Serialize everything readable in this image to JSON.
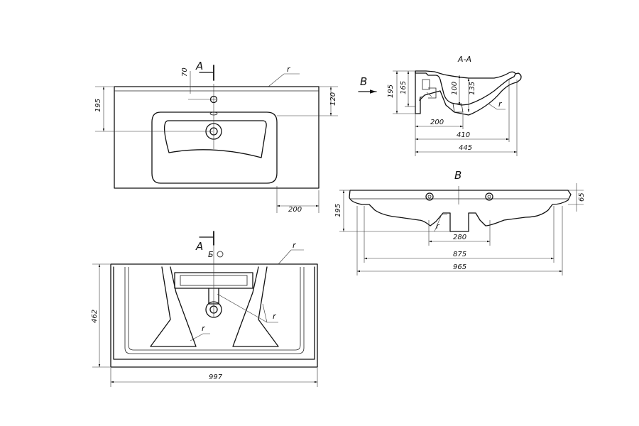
{
  "top_view": {
    "section_letter": "A",
    "dim_70": "70",
    "dim_195": "195",
    "dim_120": "120",
    "dim_200": "200",
    "radius_label": "r"
  },
  "section_aa": {
    "title": "A-A",
    "view_letter": "B",
    "dim_195": "195",
    "dim_165": "165",
    "dim_100": "100",
    "dim_135": "135",
    "dim_200": "200",
    "dim_410": "410",
    "dim_445": "445",
    "radius_label": "r"
  },
  "view_b": {
    "title": "B",
    "dim_65": "65",
    "dim_195": "195",
    "dim_280": "280",
    "dim_875": "875",
    "dim_965": "965",
    "radius_label": "r"
  },
  "bottom_view": {
    "section_letter": "A",
    "detail_label": "Б",
    "dim_462": "462",
    "dim_997": "997",
    "radius_label_1": "r",
    "radius_label_2": "r",
    "radius_label_3": "r"
  }
}
